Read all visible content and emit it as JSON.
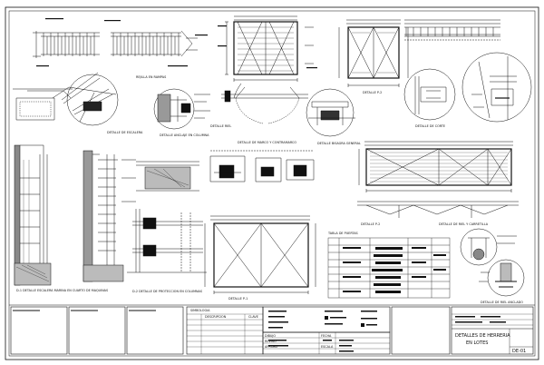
{
  "sheet": {
    "title_line1": "DETALLES DE HERRERIA",
    "title_line2": "EN LOTES",
    "sheet_number": "DE-01"
  },
  "labels": {
    "railing": "REJILLA EN RAMPAS",
    "stair_detail": "DETALLE DE ESCALERA",
    "column_anchor": "DETALLE ANCLAJE EN COLUMNA",
    "rail_detail": "DETALLE RIEL",
    "door_p2": "DETALLE P-2",
    "cut_detail": "DETALLE DE CORTE",
    "frame_detail": "DETALLE DE MARCO Y CONTRAMARCO",
    "hinge_detail": "DETALLE BISAGRA GENERAL",
    "ladder": "D-1 DETALLE ESCALERA MARINA EN CUARTO DE MAQUINAS",
    "protection": "D-2 DETALLE DE PROTECCION EN COLUMNAS",
    "door_p1": "DETALLE P-1",
    "rail_cart": "DETALLE DE RIEL Y CARRETILLA",
    "rail_anchor": "DETALLE DE RIEL ANCLADO",
    "door_table": "TABLA DE PUERTAS",
    "p2_small": "DETALLE P-2"
  },
  "legend": {
    "title": "SIMBOLOGIA",
    "col_a": "DESCRIPCION",
    "col_b": "CLAVE"
  },
  "titleblock": {
    "r1": "DIBUJO",
    "r2": "REVISO",
    "r3": "APROBO",
    "r4": "FECHA",
    "r5": "ESCALA"
  }
}
